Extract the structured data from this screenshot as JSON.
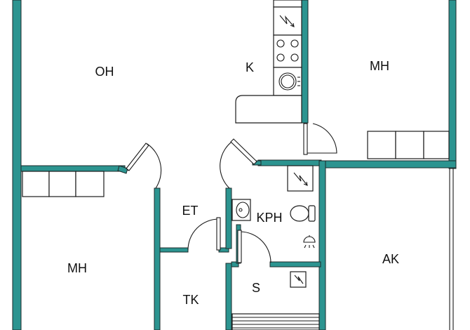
{
  "rooms": {
    "oh": "OH",
    "k": "K",
    "mh_top": "MH",
    "mh_left": "MH",
    "et": "ET",
    "kph": "KPH",
    "ak": "AK",
    "tk": "TK",
    "s": "S"
  },
  "colors": {
    "wall": "#2c9490",
    "background": "#ffffff",
    "line": "#1a1a1a"
  },
  "icons": [
    "electric-panel-icon",
    "stove-icon",
    "sink-icon",
    "toilet-icon",
    "shower-icon",
    "washbasin-icon"
  ]
}
